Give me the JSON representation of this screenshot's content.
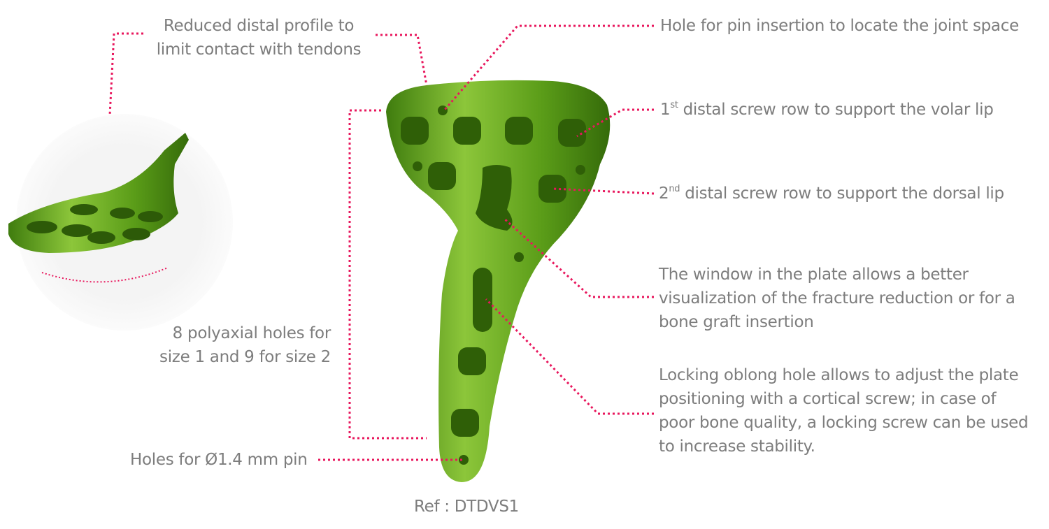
{
  "labels": {
    "reduced_profile": [
      "Reduced distal profile to",
      "limit contact with tendons"
    ],
    "pin_hole": "Hole for pin insertion to locate the joint space",
    "first_row": {
      "num": "1",
      "sup": "st",
      "text": " distal screw row to support the volar lip"
    },
    "second_row": {
      "num": "2",
      "sup": "nd",
      "text": " distal screw row to support the dorsal lip"
    },
    "window": [
      "The window in the plate allows a better",
      "visualization of the fracture reduction or for a",
      "bone graft insertion"
    ],
    "oblong": [
      "Locking oblong hole allows to adjust the plate",
      "positioning with a cortical screw; in case of",
      "poor bone quality, a locking screw can be used",
      "to increase stability."
    ],
    "polyaxial": [
      "8 polyaxial holes for",
      "size 1 and 9 for size 2"
    ],
    "pin_holes": "Holes for Ø1.4 mm pin",
    "ref": "Ref : DTDVS1"
  },
  "colors": {
    "leader": "#e8175d",
    "text": "#7d7d7d",
    "plate": "#5c9e1a"
  }
}
